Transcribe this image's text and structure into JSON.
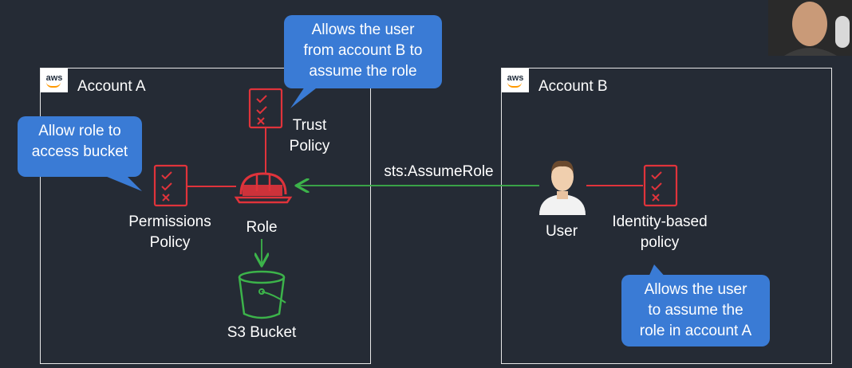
{
  "accounts": {
    "a": {
      "title": "Account A",
      "logo": "aws"
    },
    "b": {
      "title": "Account B",
      "logo": "aws"
    }
  },
  "nodes": {
    "trust_policy": "Trust\nPolicy",
    "permissions_policy": "Permissions\nPolicy",
    "role": "Role",
    "s3_bucket": "S3 Bucket",
    "user": "User",
    "identity_policy": "Identity-based\npolicy"
  },
  "edges": {
    "assume_role": "sts:AssumeRole"
  },
  "callouts": {
    "trust": "Allows the user\nfrom account B to\nassume the role",
    "permissions": "Allow role to\naccess bucket",
    "identity": "Allows the user\nto assume the\nrole in account A"
  },
  "colors": {
    "background": "#252b35",
    "policy_red": "#e0333b",
    "arrow_green": "#3cb34a",
    "callout_blue": "#3a7bd5"
  },
  "icons": [
    "aws-logo-icon",
    "policy-document-icon",
    "hard-hat-icon",
    "bucket-icon",
    "user-icon",
    "webcam-presenter"
  ]
}
